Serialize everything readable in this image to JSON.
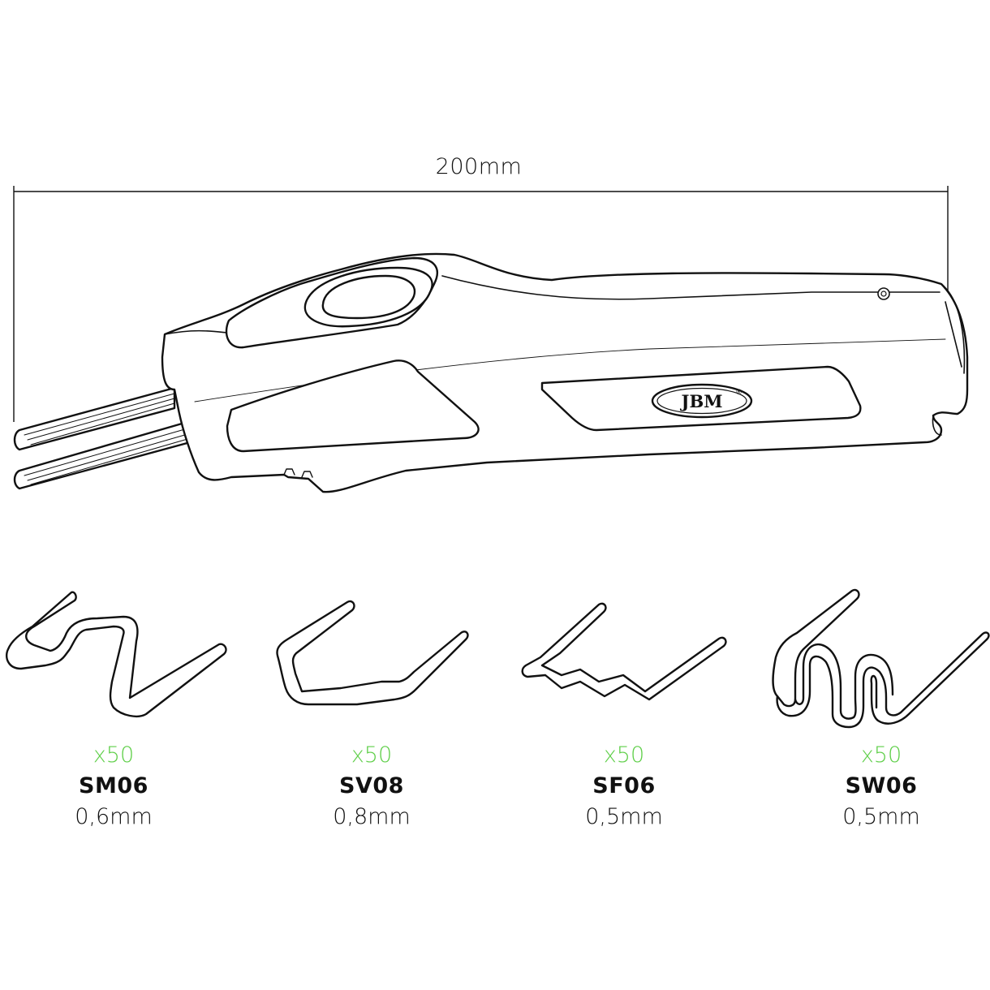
{
  "dimension": {
    "label": "200mm"
  },
  "tool": {
    "brand": "JBM",
    "trademark": "®"
  },
  "colors": {
    "line": "#111111",
    "accent": "#5fcf49",
    "background": "#ffffff"
  },
  "clips": [
    {
      "qty": "x50",
      "code": "SM06",
      "thickness": "0,6mm"
    },
    {
      "qty": "x50",
      "code": "SV08",
      "thickness": "0,8mm"
    },
    {
      "qty": "x50",
      "code": "SF06",
      "thickness": "0,5mm"
    },
    {
      "qty": "x50",
      "code": "SW06",
      "thickness": "0,5mm"
    }
  ]
}
